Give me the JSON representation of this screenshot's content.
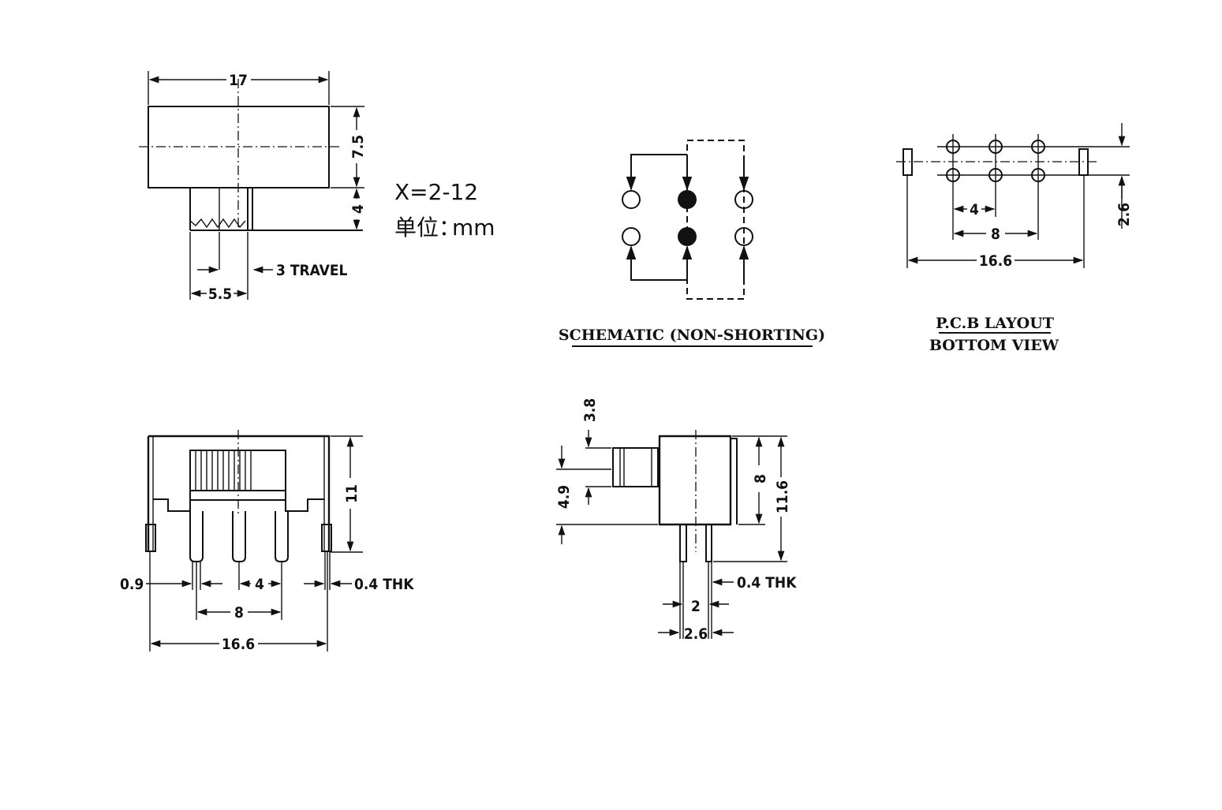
{
  "top_view": {
    "width": "17",
    "height": "7.5",
    "actuator": "4",
    "actuator_width": "5.5",
    "travel": "3 TRAVEL"
  },
  "note": {
    "variant": "X=2-12",
    "unit_label": "单位：",
    "unit": "mm"
  },
  "schematic": {
    "caption": "SCHEMATIC (NON-SHORTING)"
  },
  "pcb": {
    "caption_line1": "P.C.B LAYOUT",
    "caption_line2": "BOTTOM VIEW",
    "pitch": "4",
    "span": "8",
    "total": "16.6",
    "row_spacing": "2.6"
  },
  "front_view": {
    "height": "11",
    "pin_width": "0.9",
    "pitch": "4",
    "span": "8",
    "total": "16.6",
    "thickness": "0.4 THK"
  },
  "side_view": {
    "knob_height": "3.8",
    "knob_offset": "4.9",
    "body_height": "8",
    "overall_height": "11.6",
    "thickness": "0.4 THK",
    "pin_gap": "2",
    "pin_span": "2.6"
  }
}
